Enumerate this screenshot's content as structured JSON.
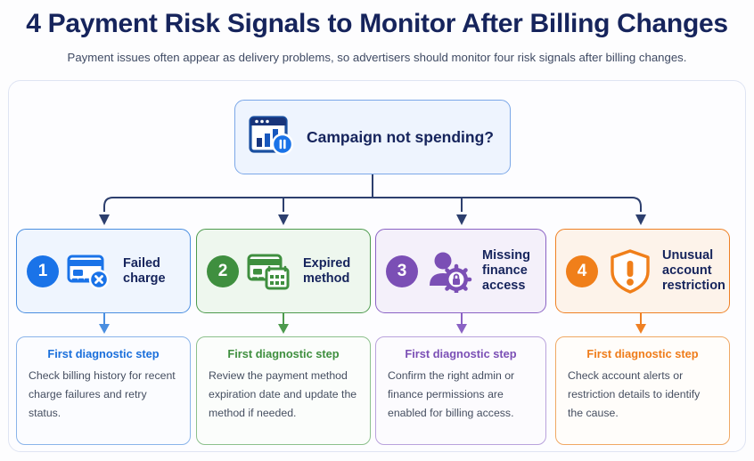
{
  "header": {
    "title": "4 Payment Risk Signals to Monitor After Billing Changes",
    "subtitle": "Payment issues often appear as delivery problems, so advertisers should monitor four risk signals after billing changes."
  },
  "root": {
    "label": "Campaign not spending?",
    "icon": "browser-bar-chart-pause-icon",
    "accent": "#1a73e8"
  },
  "signals": [
    {
      "number": "1",
      "label": "Failed\ncharge",
      "icon": "credit-card-error-icon",
      "accent": "#1a73e8",
      "step_title": "First diagnostic step",
      "step_body": "Check billing history for recent charge failures and retry status."
    },
    {
      "number": "2",
      "label": "Expired\nmethod",
      "icon": "credit-card-calendar-icon",
      "accent": "#3f8f3f",
      "step_title": "First diagnostic step",
      "step_body": "Review the payment method expiration date and update the method if needed."
    },
    {
      "number": "3",
      "label": "Missing\nfinance\naccess",
      "icon": "user-gear-lock-icon",
      "accent": "#7b4fb5",
      "step_title": "First diagnostic step",
      "step_body": "Confirm the right admin or finance permissions are enabled for billing access."
    },
    {
      "number": "4",
      "label": "Unusual\naccount\nrestriction",
      "icon": "shield-alert-icon",
      "accent": "#f07f1a",
      "step_title": "First diagnostic step",
      "step_body": "Check account alerts or restriction details to identify the cause."
    }
  ],
  "connectors": {
    "trunk_color": "#2d3f6e",
    "branch_colors": [
      "#4a8ee0",
      "#4d9a4d",
      "#8a62c4",
      "#ef8024"
    ]
  }
}
